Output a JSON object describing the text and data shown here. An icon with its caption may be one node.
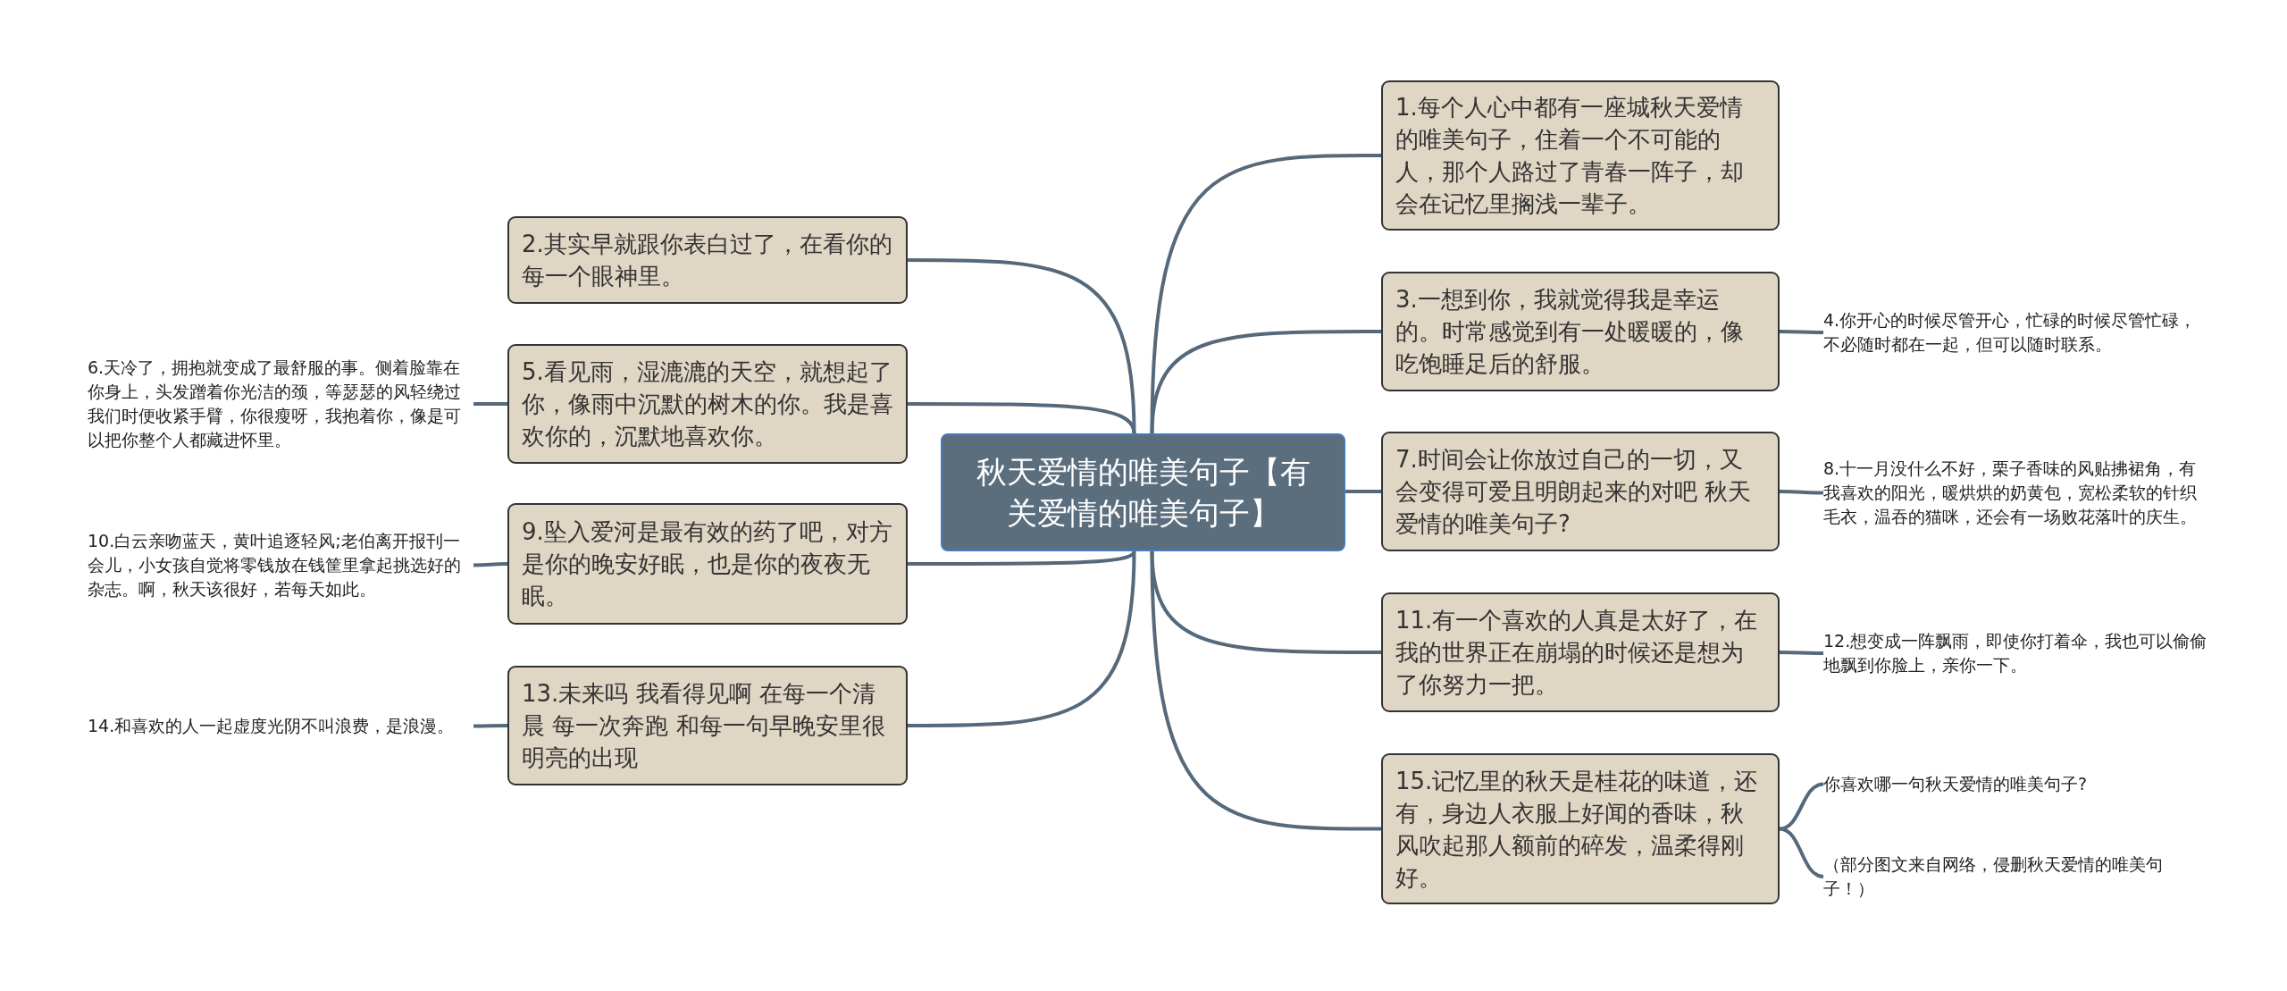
{
  "diagram": {
    "nodes": [
      {
        "text": [
          "秋天爱情的唯美句子【有关爱情的唯美句子】"
        ]
      },
      {
        "text": [
          "1.每个人心中都有一座城秋天爱情的唯美句子，住着一个不可能的人，那个人路过了青春一阵子，却会在记忆里搁浅一辈子。"
        ]
      },
      {
        "text": [
          "2.其实早就跟你表白过了，在看你的每一个眼神里。"
        ]
      },
      {
        "text": [
          "3.一想到你，我就觉得我是幸运的。时常感觉到有一处暖暖的，像吃饱睡足后的舒服。"
        ]
      },
      {
        "text": [
          "4.你开心的时候尽管开心，忙碌的时候尽管忙碌，不必随时都在一起，但可以随时联系。"
        ]
      },
      {
        "text": [
          "5.看见雨，湿漉漉的天空，就想起了你，像雨中沉默的树木的你。我是喜欢你的，沉默地喜欢你。"
        ]
      },
      {
        "text": [
          "6.天冷了，拥抱就变成了最舒服的事。侧着脸靠在你身上，头发蹭着你光洁的颈，等瑟瑟的风轻绕过我们时便收紧手臂，你很瘦呀，我抱着你，像是可以把你整个人都藏进怀里。"
        ]
      },
      {
        "text": [
          "7.时间会让你放过自己的一切，又会变得可爱且明朗起来的对吧 秋天爱情的唯美句子?"
        ]
      },
      {
        "text": [
          "8.十一月没什么不好，栗子香味的风贴拂裙角，有我喜欢的阳光，暖烘烘的奶黄包，宽松柔软的针织毛衣，温吞的猫咪，还会有一场败花落叶的庆生。"
        ]
      },
      {
        "text": [
          "9.坠入爱河是最有效的药了吧，对方是你的晚安好眠，也是你的夜夜无眠。"
        ]
      },
      {
        "text": [
          "10.白云亲吻蓝天，黄叶追逐轻风;老伯离开报刊一会儿，小女孩自觉将零钱放在钱筐里拿起挑选好的杂志。啊，秋天该很好，若每天如此。"
        ]
      },
      {
        "text": [
          "11.有一个喜欢的人真是太好了，在我的世界正在崩塌的时候还是想为了你努力一把。"
        ]
      },
      {
        "text": [
          "12.想变成一阵飘雨，即使你打着伞，我也可以偷偷地飘到你脸上，亲你一下。"
        ]
      },
      {
        "text": [
          "13.未来吗 我看得见啊 在每一个清晨 每一次奔跑 和每一句早晚安里很明亮的出现"
        ]
      },
      {
        "text": [
          "14.和喜欢的人一起虚度光阴不叫浪费，是浪漫。"
        ]
      },
      {
        "text": [
          "15.记忆里的秋天是桂花的味道，还有，身边人衣服上好闻的香味，秋风吹起那人额前的碎发，温柔得刚好。"
        ]
      },
      {
        "text": [
          "你喜欢哪一句秋天爱情的唯美句子?"
        ]
      },
      {
        "text": [
          "（部分图文来自网络，侵删秋天爱情的唯美句子！）"
        ]
      }
    ],
    "edges": [
      {
        "from": 0,
        "to": 1,
        "arrow": "none"
      },
      {
        "from": 0,
        "to": 2,
        "arrow": "none"
      },
      {
        "from": 0,
        "to": 3,
        "arrow": "none"
      },
      {
        "from": 3,
        "to": 4,
        "arrow": "none"
      },
      {
        "from": 0,
        "to": 5,
        "arrow": "none"
      },
      {
        "from": 5,
        "to": 6,
        "arrow": "none"
      },
      {
        "from": 0,
        "to": 7,
        "arrow": "none"
      },
      {
        "from": 7,
        "to": 8,
        "arrow": "none"
      },
      {
        "from": 0,
        "to": 9,
        "arrow": "none"
      },
      {
        "from": 9,
        "to": 10,
        "arrow": "none"
      },
      {
        "from": 0,
        "to": 11,
        "arrow": "none"
      },
      {
        "from": 11,
        "to": 12,
        "arrow": "none"
      },
      {
        "from": 0,
        "to": 13,
        "arrow": "none"
      },
      {
        "from": 13,
        "to": 14,
        "arrow": "none"
      },
      {
        "from": 0,
        "to": 15,
        "arrow": "none"
      },
      {
        "from": 15,
        "to": 16,
        "arrow": "none"
      },
      {
        "from": 15,
        "to": 17,
        "arrow": "none"
      }
    ]
  }
}
